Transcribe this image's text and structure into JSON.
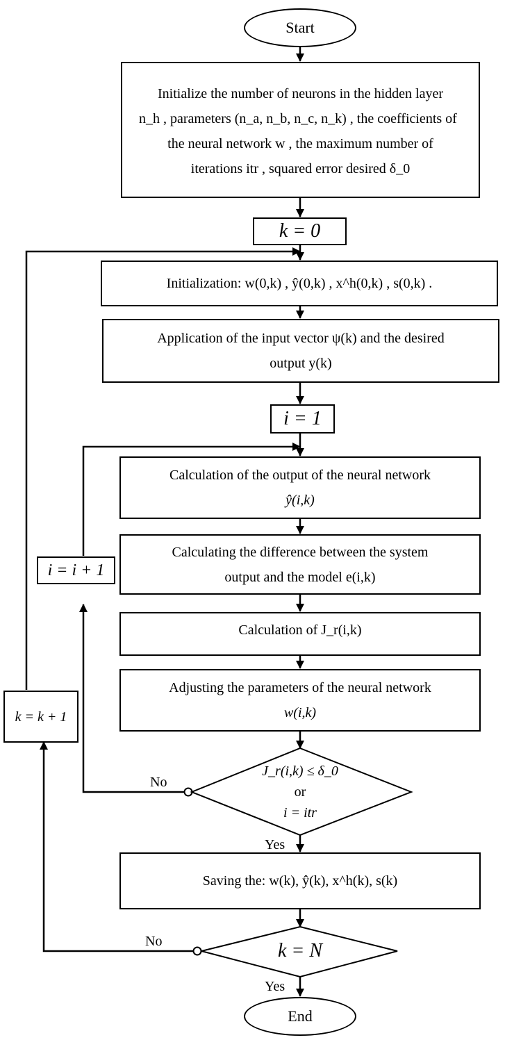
{
  "start": "Start",
  "end": "End",
  "init": {
    "line1": "Initialize the number of neurons in the hidden layer",
    "line2": "n_h , parameters (n_a, n_b, n_c, n_k) , the coefficients of",
    "line3": "the neural network w , the maximum number of",
    "line4": "iterations itr , squared error desired δ_0"
  },
  "k0": "k = 0",
  "initialization": "Initialization: w(0,k) , ŷ(0,k) , x^h(0,k) , s(0,k) .",
  "apply": {
    "line1": "Application of the input vector ψ(k) and the desired",
    "line2": "output y(k)"
  },
  "i1": "i = 1",
  "calc_output": {
    "line1": "Calculation of the output of the neural network",
    "line2": "ŷ(i,k)"
  },
  "calc_diff": {
    "line1": "Calculating the difference between the system",
    "line2": "output and the model e(i,k)"
  },
  "calc_j": "Calculation of J_r(i,k)",
  "adjust": {
    "line1": "Adjusting the parameters of the neural network",
    "line2": "w(i,k)"
  },
  "decision1": {
    "line1": "J_r(i,k) ≤ δ_0",
    "line2": "or",
    "line3": "i = itr"
  },
  "save": "Saving the: w(k), ŷ(k), x^h(k), s(k)",
  "decision2": "k = N",
  "i_inc": "i = i + 1",
  "k_inc": "k = k + 1",
  "no1": "No",
  "yes1": "Yes",
  "no2": "No",
  "yes2": "Yes"
}
